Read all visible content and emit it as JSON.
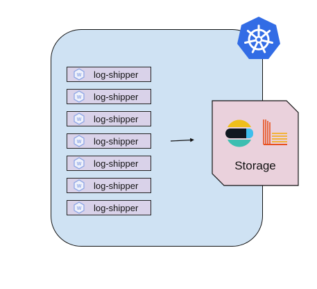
{
  "diagram": {
    "cluster_logo": "kubernetes-icon",
    "shippers": [
      {
        "label": "log-shipper",
        "icon": "wasm-hexagon-icon"
      },
      {
        "label": "log-shipper",
        "icon": "wasm-hexagon-icon"
      },
      {
        "label": "log-shipper",
        "icon": "wasm-hexagon-icon"
      },
      {
        "label": "log-shipper",
        "icon": "wasm-hexagon-icon"
      },
      {
        "label": "log-shipper",
        "icon": "wasm-hexagon-icon"
      },
      {
        "label": "log-shipper",
        "icon": "wasm-hexagon-icon"
      },
      {
        "label": "log-shipper",
        "icon": "wasm-hexagon-icon"
      }
    ],
    "storage": {
      "label": "Storage",
      "icons": [
        "elasticsearch-icon",
        "kibana-icon"
      ]
    }
  },
  "colors": {
    "cluster_fill": "#cfe2f3",
    "shipper_fill": "#d9d2e9",
    "storage_fill": "#ead1dc",
    "kubernetes_blue": "#326ce5"
  }
}
